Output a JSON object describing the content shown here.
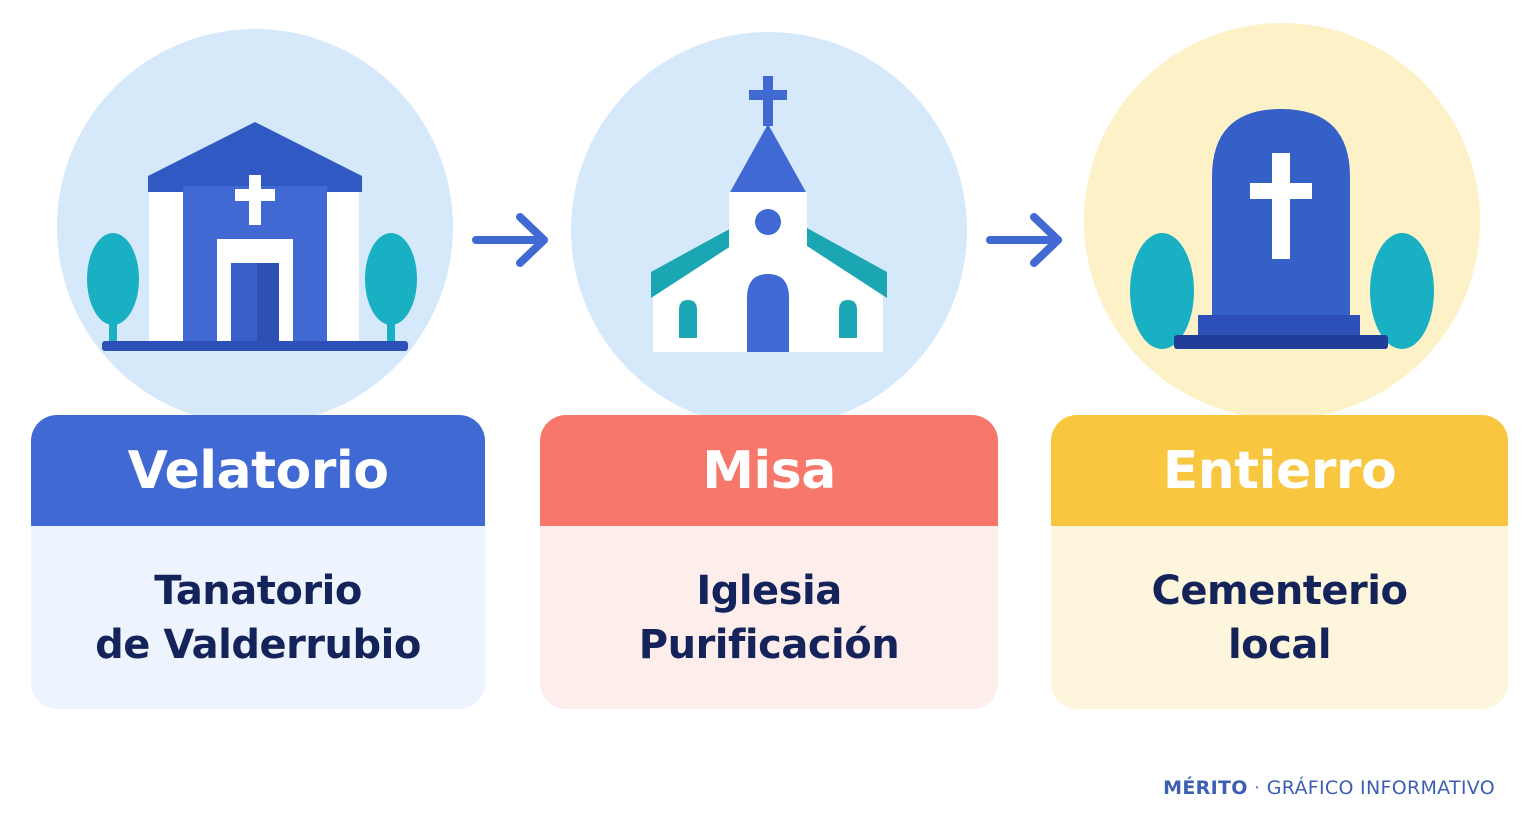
{
  "steps": [
    {
      "title": "Velatorio",
      "place_lines": [
        "Tanatorio",
        "de Valderrubio"
      ],
      "icon": "funeral-home-icon",
      "colors": {
        "circle": "#d5e9fb",
        "head": "#4169d4",
        "body": "#eef4fe"
      }
    },
    {
      "title": "Misa",
      "place_lines": [
        "Iglesia",
        "Purificación"
      ],
      "icon": "church-icon",
      "colors": {
        "circle": "#d5e9fb",
        "head": "#f7786a",
        "body": "#fdeeec"
      }
    },
    {
      "title": "Entierro",
      "place_lines": [
        "Cementerio",
        "local"
      ],
      "icon": "gravestone-icon",
      "colors": {
        "circle": "#fdf1c8",
        "head": "#f9c63f",
        "body": "#fdf6dd"
      }
    }
  ],
  "connector_icon": "arrow-right-icon",
  "footer": {
    "brand": "MÉRITO",
    "separator": "·",
    "label": "GRÁFICO INFORMATIVO"
  },
  "palette": {
    "icon_blue": "#4169d4",
    "icon_dark_blue": "#2d4fb8",
    "tree_teal": "#1ab0c4",
    "church_teal": "#1aa7b3",
    "text_navy": "#14245a"
  }
}
